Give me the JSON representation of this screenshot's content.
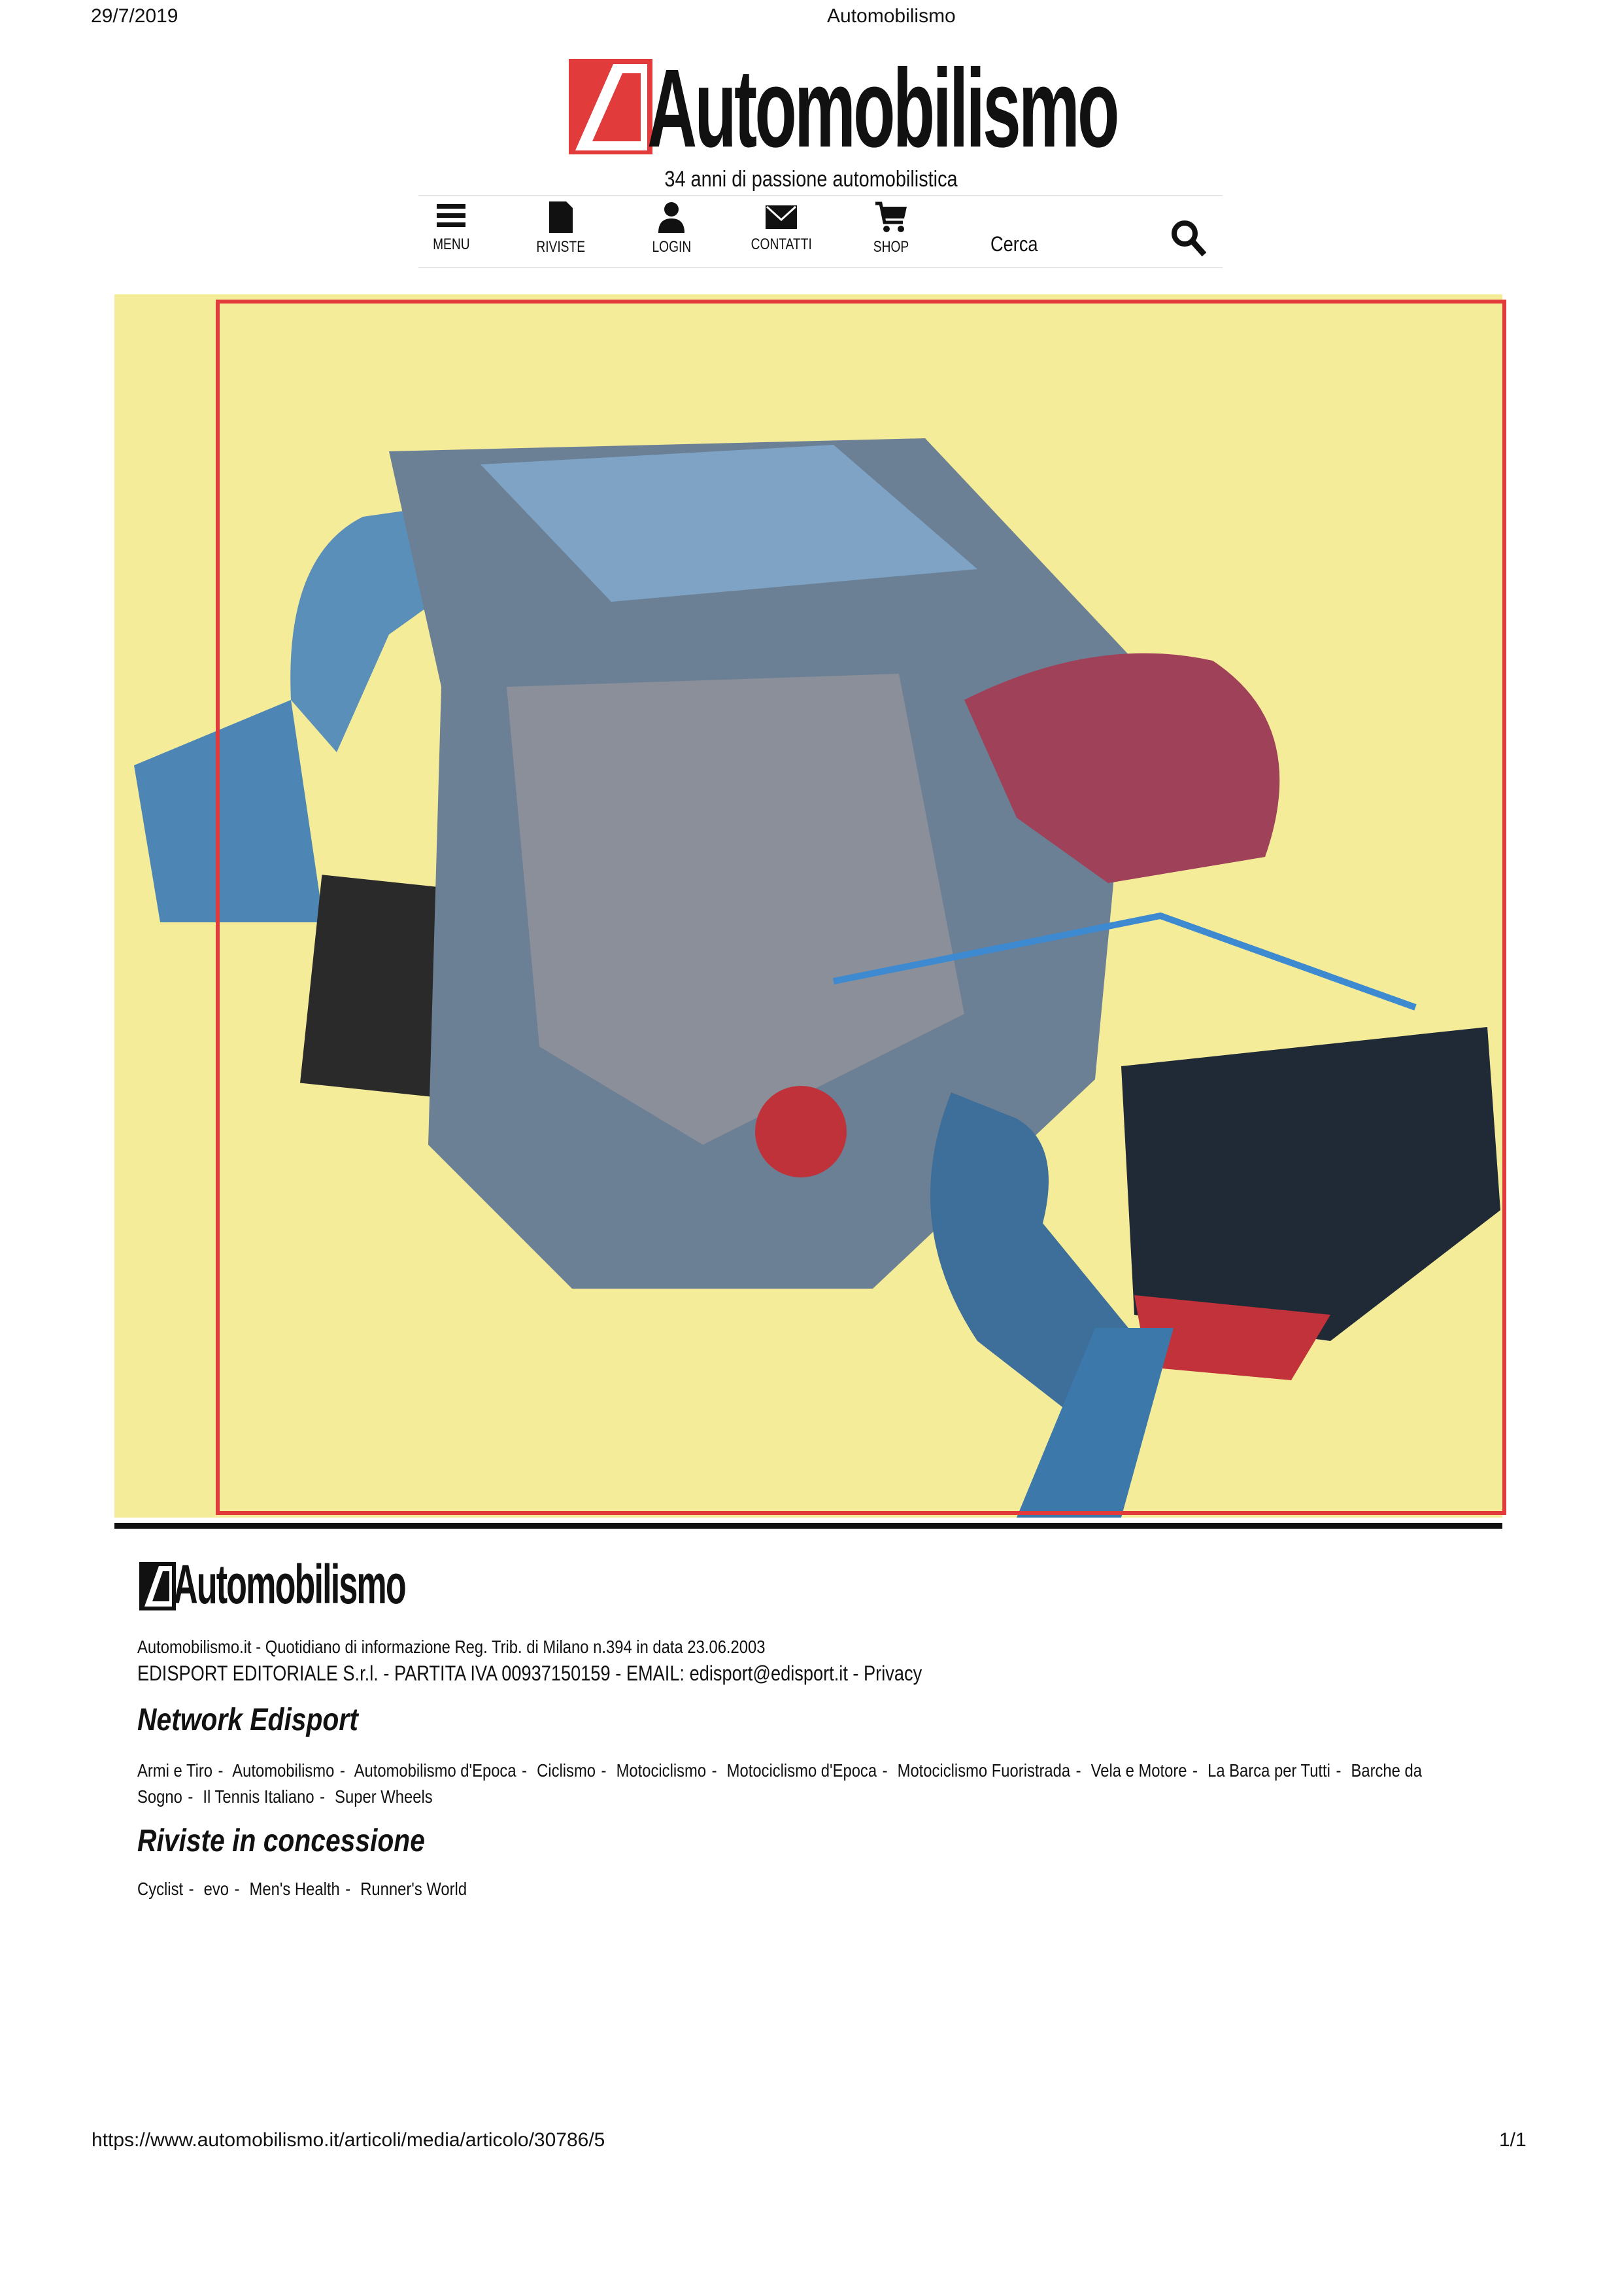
{
  "print_header": {
    "date": "29/7/2019",
    "title": "Automobilismo"
  },
  "site": {
    "logo_text": "Automobilismo",
    "tagline": "34 anni di passione automobilistica"
  },
  "nav": {
    "items": [
      {
        "label": "MENU",
        "icon": "menu-icon"
      },
      {
        "label": "RIVISTE",
        "icon": "document-icon"
      },
      {
        "label": "LOGIN",
        "icon": "user-icon"
      },
      {
        "label": "CONTATTI",
        "icon": "envelope-icon"
      },
      {
        "label": "SHOP",
        "icon": "cart-icon"
      }
    ],
    "search_placeholder": "Cerca",
    "search_icon": "search-icon"
  },
  "colors": {
    "brand_red": "#e23b3b",
    "art_bg": "#f5ec9a"
  },
  "footer": {
    "logo_text": "Automobilismo",
    "line1": "Automobilismo.it - Quotidiano di informazione Reg. Trib. di Milano n.394 in data 23.06.2003",
    "line2_prefix": "EDISPORT EDITORIALE S.r.l. - PARTITA IVA 00937150159 - EMAIL: ",
    "email": "edisport@edisport.it",
    "privacy": "Privacy",
    "network_title": "Network Edisport",
    "network_links": [
      "Armi e Tiro",
      "Automobilismo",
      "Automobilismo d'Epoca",
      "Ciclismo",
      "Motociclismo",
      "Motociclismo d'Epoca",
      "Motociclismo Fuoristrada",
      "Vela e Motore",
      "La Barca per Tutti",
      "Barche da Sogno",
      "Il Tennis Italiano",
      "Super Wheels"
    ],
    "concession_title": "Riviste in concessione",
    "concession_links": [
      "Cyclist",
      "evo",
      "Men's Health",
      "Runner's World"
    ]
  },
  "print_footer": {
    "url": "https://www.automobilismo.it/articoli/media/articolo/30786/5",
    "page": "1/1"
  }
}
